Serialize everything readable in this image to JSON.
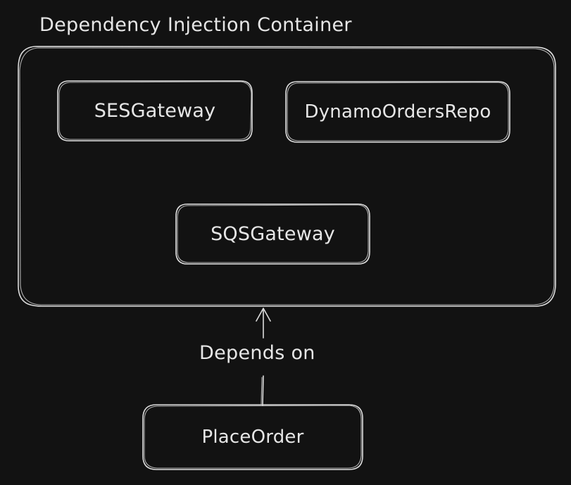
{
  "container": {
    "title": "Dependency Injection Container",
    "services": [
      {
        "id": "ses",
        "label": "SESGateway"
      },
      {
        "id": "dynamo",
        "label": "DynamoOrdersRepo"
      },
      {
        "id": "sqs",
        "label": "SQSGateway"
      }
    ]
  },
  "consumer": {
    "label": "PlaceOrder"
  },
  "edge": {
    "label": "Depends on",
    "from": "consumer",
    "to": "container"
  },
  "colors": {
    "background": "#121212",
    "stroke": "#dcdcdc",
    "text": "#e6e6e6"
  }
}
